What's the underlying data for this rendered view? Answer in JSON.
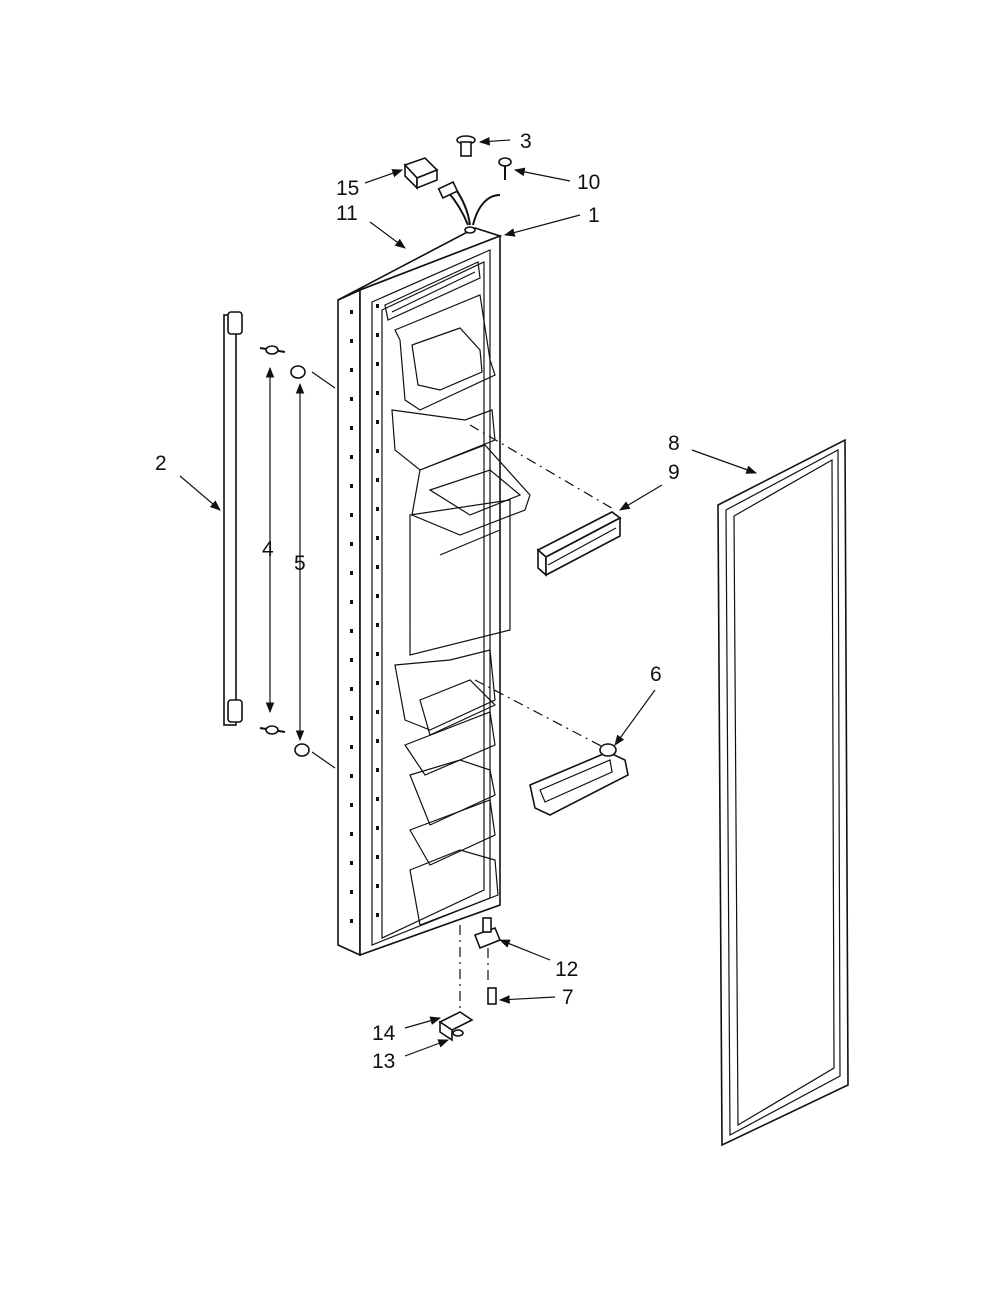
{
  "diagram": {
    "callouts": [
      {
        "id": "1",
        "label": "1"
      },
      {
        "id": "2",
        "label": "2"
      },
      {
        "id": "3",
        "label": "3"
      },
      {
        "id": "4",
        "label": "4"
      },
      {
        "id": "5",
        "label": "5"
      },
      {
        "id": "6",
        "label": "6"
      },
      {
        "id": "7",
        "label": "7"
      },
      {
        "id": "8",
        "label": "8"
      },
      {
        "id": "9",
        "label": "9"
      },
      {
        "id": "10",
        "label": "10"
      },
      {
        "id": "11",
        "label": "11"
      },
      {
        "id": "12",
        "label": "12"
      },
      {
        "id": "13",
        "label": "13"
      },
      {
        "id": "14",
        "label": "14"
      },
      {
        "id": "15",
        "label": "15"
      }
    ]
  },
  "colors": {
    "line": "#111111",
    "background": "#ffffff"
  }
}
